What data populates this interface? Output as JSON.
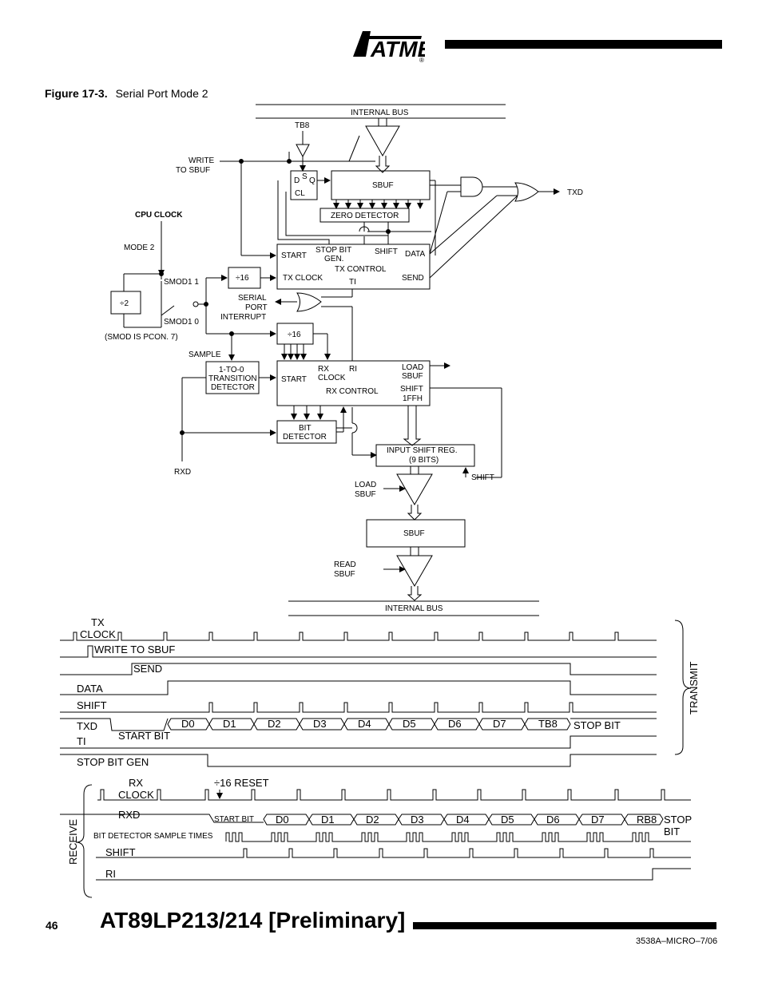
{
  "header": {
    "logo_text": "ATMEL",
    "logo_registered": "®"
  },
  "figure": {
    "label": "Figure 17-3.",
    "title": "Serial Port Mode 2"
  },
  "block_diagram": {
    "internal_bus_top": "INTERNAL BUS",
    "tb8": "TB8",
    "write_to_sbuf_1": "WRITE",
    "write_to_sbuf_2": "TO  SBUF",
    "ff_d": "D",
    "ff_s": "S",
    "ff_q": "Q",
    "ff_cl": "CL",
    "sbuf_tx": "SBUF",
    "zero_detector": "ZERO DETECTOR",
    "txd": "TXD",
    "cpu_clock": "CPU CLOCK",
    "mode2": "MODE 2",
    "smod1_1": "SMOD1 1",
    "smod1_0": "SMOD1 0",
    "div2": "÷2",
    "smod_note": "(SMOD IS PCON. 7)",
    "div16_tx": "÷16",
    "div16_rx": "÷16",
    "tx_start": "START",
    "tx_stop_bit_gen_1": "STOP BIT",
    "tx_stop_bit_gen_2": "GEN.",
    "tx_shift": "SHIFT",
    "tx_data": "DATA",
    "tx_control": "TX CONTROL",
    "tx_clock": "TX CLOCK",
    "tx_ti": "TI",
    "tx_send": "SEND",
    "serial_port_interrupt_1": "SERIAL",
    "serial_port_interrupt_2": "PORT",
    "serial_port_interrupt_3": "INTERRUPT",
    "sample": "SAMPLE",
    "transition_1": "1-TO-0",
    "transition_2": "TRANSITION",
    "transition_3": "DETECTOR",
    "rx_start": "START",
    "rx_clock_1": "RX",
    "rx_clock_2": "CLOCK",
    "rx_ri": "RI",
    "rx_load_1": "LOAD",
    "rx_load_2": "SBUF",
    "rx_shift_1": "SHIFT",
    "rx_shift_2": "1FFH",
    "rx_control": "RX CONTROL",
    "bit_detector_1": "BIT",
    "bit_detector_2": "DETECTOR",
    "rxd": "RXD",
    "input_shift_1": "INPUT SHIFT REG.",
    "input_shift_2": "(9 BITS)",
    "shift": "SHIFT",
    "load_sbuf_1": "LOAD",
    "load_sbuf_2": "SBUF",
    "sbuf_rx": "SBUF",
    "read_sbuf_1": "READ",
    "read_sbuf_2": "SBUF",
    "internal_bus_bottom": "INTERNAL BUS"
  },
  "timing": {
    "tx_clock_1": "TX",
    "tx_clock_2": "CLOCK",
    "write_to_sbuf": "WRITE TO SBUF",
    "send": "SEND",
    "data": "DATA",
    "shift": "SHIFT",
    "txd": "TXD",
    "start_bit": "START BIT",
    "tx_bits": [
      "D0",
      "D1",
      "D2",
      "D3",
      "D4",
      "D5",
      "D6",
      "D7",
      "TB8"
    ],
    "stop_bit": "STOP BIT",
    "ti": "TI",
    "stop_bit_gen": "STOP BIT GEN",
    "transmit": "TRANSMIT",
    "rx_clock_1": "RX",
    "rx_clock_2": "CLOCK",
    "div16_reset": "÷16 RESET",
    "rxd": "RXD",
    "rx_start_bit": "START BIT",
    "rx_bits": [
      "D0",
      "D1",
      "D2",
      "D3",
      "D4",
      "D5",
      "D6",
      "D7",
      "RB8"
    ],
    "rx_stop_1": "STOP",
    "rx_stop_2": "BIT",
    "bit_detector_sample_times": "BIT DETECTOR SAMPLE TIMES",
    "rx_shift": "SHIFT",
    "ri": "RI",
    "receive": "RECEIVE"
  },
  "footer": {
    "page_number": "46",
    "title": "AT89LP213/214 [Preliminary]",
    "doc_number": "3538A–MICRO–7/06"
  }
}
